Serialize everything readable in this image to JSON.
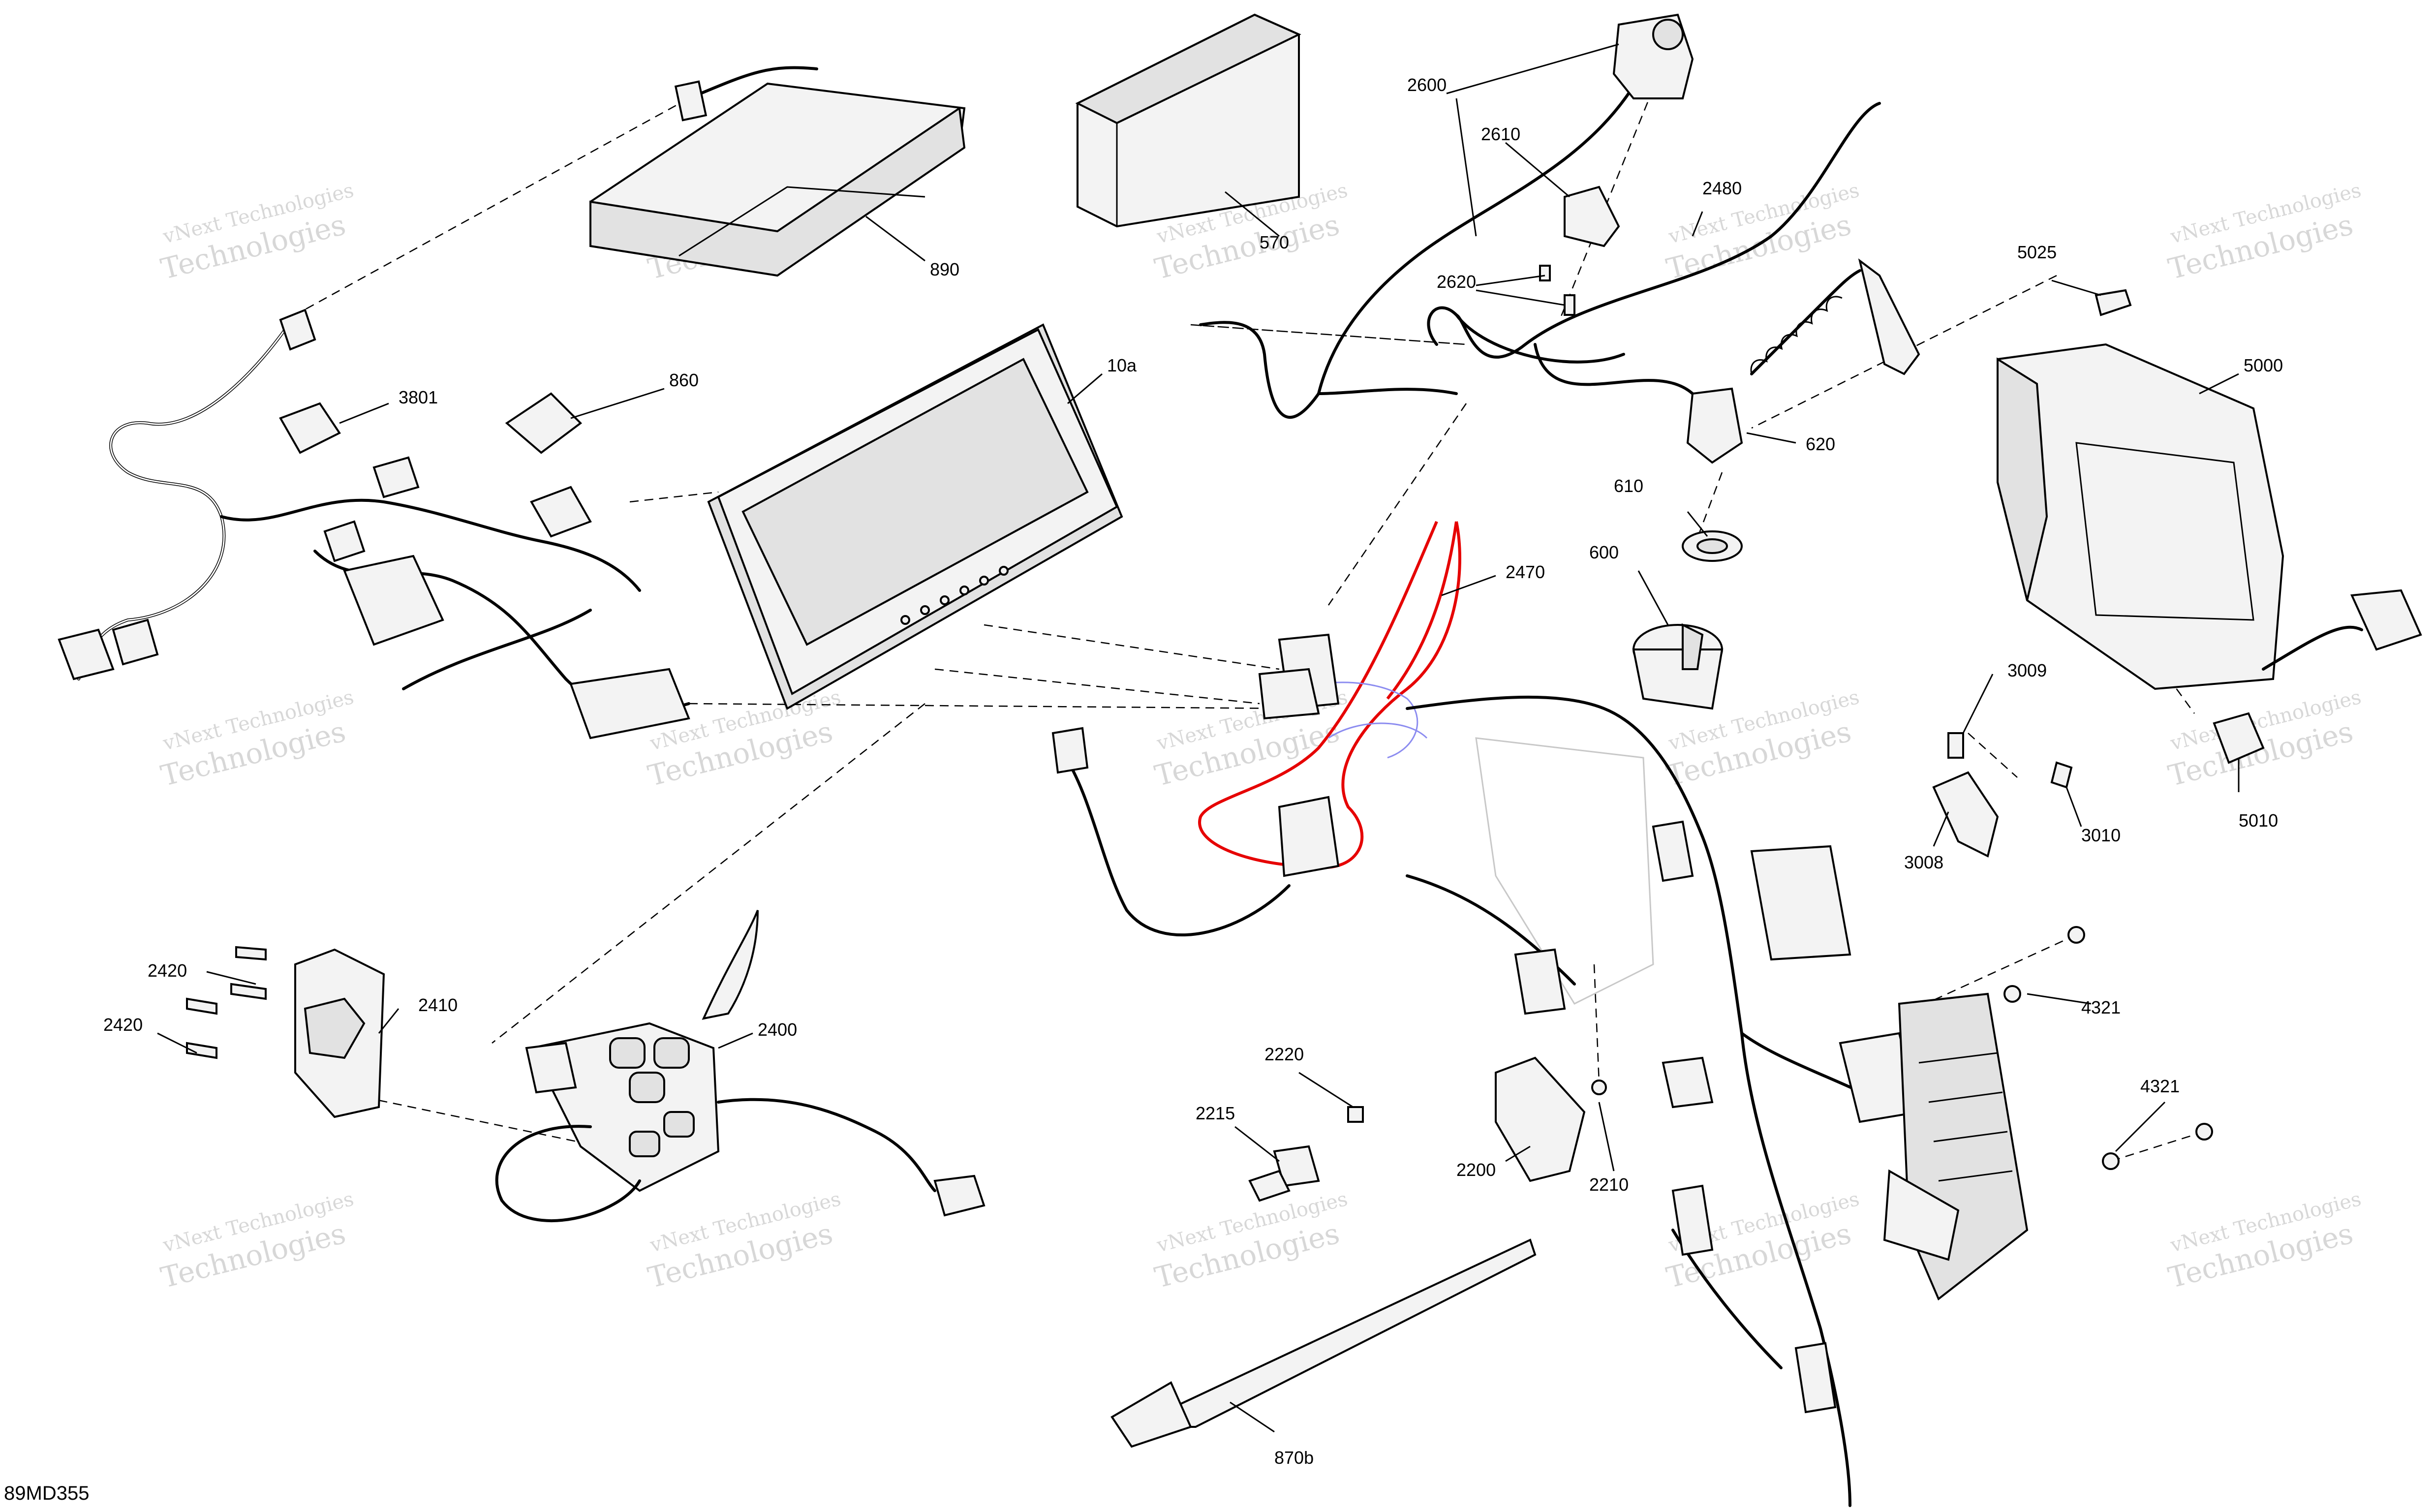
{
  "diagram_code": "89MD355",
  "watermark": {
    "line1": "vNext Technologies",
    "line2": "Technologies"
  },
  "callouts": [
    {
      "id": "890",
      "label": "890"
    },
    {
      "id": "570",
      "label": "570"
    },
    {
      "id": "2600",
      "label": "2600"
    },
    {
      "id": "2610",
      "label": "2610"
    },
    {
      "id": "2480",
      "label": "2480"
    },
    {
      "id": "2620",
      "label": "2620"
    },
    {
      "id": "5025",
      "label": "5025"
    },
    {
      "id": "10a",
      "label": "10a"
    },
    {
      "id": "3801",
      "label": "3801"
    },
    {
      "id": "860",
      "label": "860"
    },
    {
      "id": "620",
      "label": "620"
    },
    {
      "id": "5000",
      "label": "5000"
    },
    {
      "id": "610",
      "label": "610"
    },
    {
      "id": "600",
      "label": "600"
    },
    {
      "id": "2470",
      "label": "2470"
    },
    {
      "id": "3009",
      "label": "3009"
    },
    {
      "id": "5010",
      "label": "5010"
    },
    {
      "id": "3008",
      "label": "3008"
    },
    {
      "id": "3010",
      "label": "3010"
    },
    {
      "id": "2420a",
      "label": "2420"
    },
    {
      "id": "2410",
      "label": "2410"
    },
    {
      "id": "2420b",
      "label": "2420"
    },
    {
      "id": "2400",
      "label": "2400"
    },
    {
      "id": "4321a",
      "label": "4321"
    },
    {
      "id": "2220",
      "label": "2220"
    },
    {
      "id": "2215",
      "label": "2215"
    },
    {
      "id": "4321b",
      "label": "4321"
    },
    {
      "id": "2200",
      "label": "2200"
    },
    {
      "id": "2210",
      "label": "2210"
    },
    {
      "id": "870b",
      "label": "870b"
    }
  ]
}
